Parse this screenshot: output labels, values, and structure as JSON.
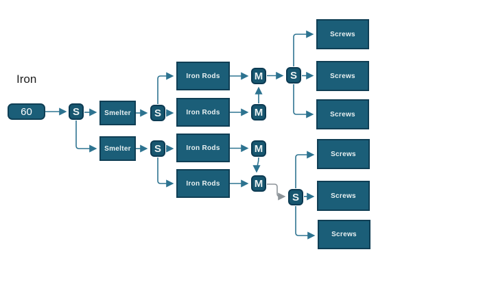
{
  "diagram": {
    "title_label": "Iron",
    "colors": {
      "nodeFill": "#1b5e78",
      "nodeBorder": "#0f3e54",
      "chipFill": "#17566f",
      "chipBorder": "#0c3a52",
      "edge": "#2d7390",
      "edgeSecondary": "#8d9499",
      "textLight": "#e9f1f2",
      "textDark": "#1c1c1c",
      "background": "#ffffff"
    },
    "nodes": {
      "rate": {
        "label": "60",
        "type": "input-rate"
      },
      "s_root": {
        "label": "S",
        "type": "splitter"
      },
      "smelter_a": {
        "label": "Smelter",
        "type": "building"
      },
      "smelter_b": {
        "label": "Smelter",
        "type": "building"
      },
      "s_a": {
        "label": "S",
        "type": "splitter"
      },
      "s_b": {
        "label": "S",
        "type": "splitter"
      },
      "rods_1": {
        "label": "Iron Rods",
        "type": "item"
      },
      "rods_2": {
        "label": "Iron Rods",
        "type": "item"
      },
      "rods_3": {
        "label": "Iron Rods",
        "type": "item"
      },
      "rods_4": {
        "label": "Iron Rods",
        "type": "item"
      },
      "m_1": {
        "label": "M",
        "type": "merger"
      },
      "m_2": {
        "label": "M",
        "type": "merger"
      },
      "m_3": {
        "label": "M",
        "type": "merger"
      },
      "m_4": {
        "label": "M",
        "type": "merger"
      },
      "s_top": {
        "label": "S",
        "type": "splitter"
      },
      "s_bottom": {
        "label": "S",
        "type": "splitter"
      },
      "screws_1": {
        "label": "Screws",
        "type": "item"
      },
      "screws_2": {
        "label": "Screws",
        "type": "item"
      },
      "screws_3": {
        "label": "Screws",
        "type": "item"
      },
      "screws_4": {
        "label": "Screws",
        "type": "item"
      },
      "screws_5": {
        "label": "Screws",
        "type": "item"
      },
      "screws_6": {
        "label": "Screws",
        "type": "item"
      }
    },
    "edges": [
      {
        "from": "rate",
        "to": "s_root"
      },
      {
        "from": "s_root",
        "to": "smelter_a"
      },
      {
        "from": "s_root",
        "to": "smelter_b"
      },
      {
        "from": "smelter_a",
        "to": "s_a"
      },
      {
        "from": "smelter_b",
        "to": "s_b"
      },
      {
        "from": "s_a",
        "to": "rods_1"
      },
      {
        "from": "s_a",
        "to": "rods_2"
      },
      {
        "from": "s_b",
        "to": "rods_3"
      },
      {
        "from": "s_b",
        "to": "rods_4"
      },
      {
        "from": "rods_1",
        "to": "m_1"
      },
      {
        "from": "rods_2",
        "to": "m_2"
      },
      {
        "from": "rods_3",
        "to": "m_3"
      },
      {
        "from": "rods_4",
        "to": "m_4"
      },
      {
        "from": "m_2",
        "to": "m_1"
      },
      {
        "from": "m_3",
        "to": "m_4"
      },
      {
        "from": "m_1",
        "to": "s_top"
      },
      {
        "from": "m_4",
        "to": "s_bottom"
      },
      {
        "from": "s_top",
        "to": "screws_1"
      },
      {
        "from": "s_top",
        "to": "screws_2"
      },
      {
        "from": "s_top",
        "to": "screws_3"
      },
      {
        "from": "s_bottom",
        "to": "screws_4"
      },
      {
        "from": "s_bottom",
        "to": "screws_5"
      },
      {
        "from": "s_bottom",
        "to": "screws_6"
      }
    ]
  }
}
